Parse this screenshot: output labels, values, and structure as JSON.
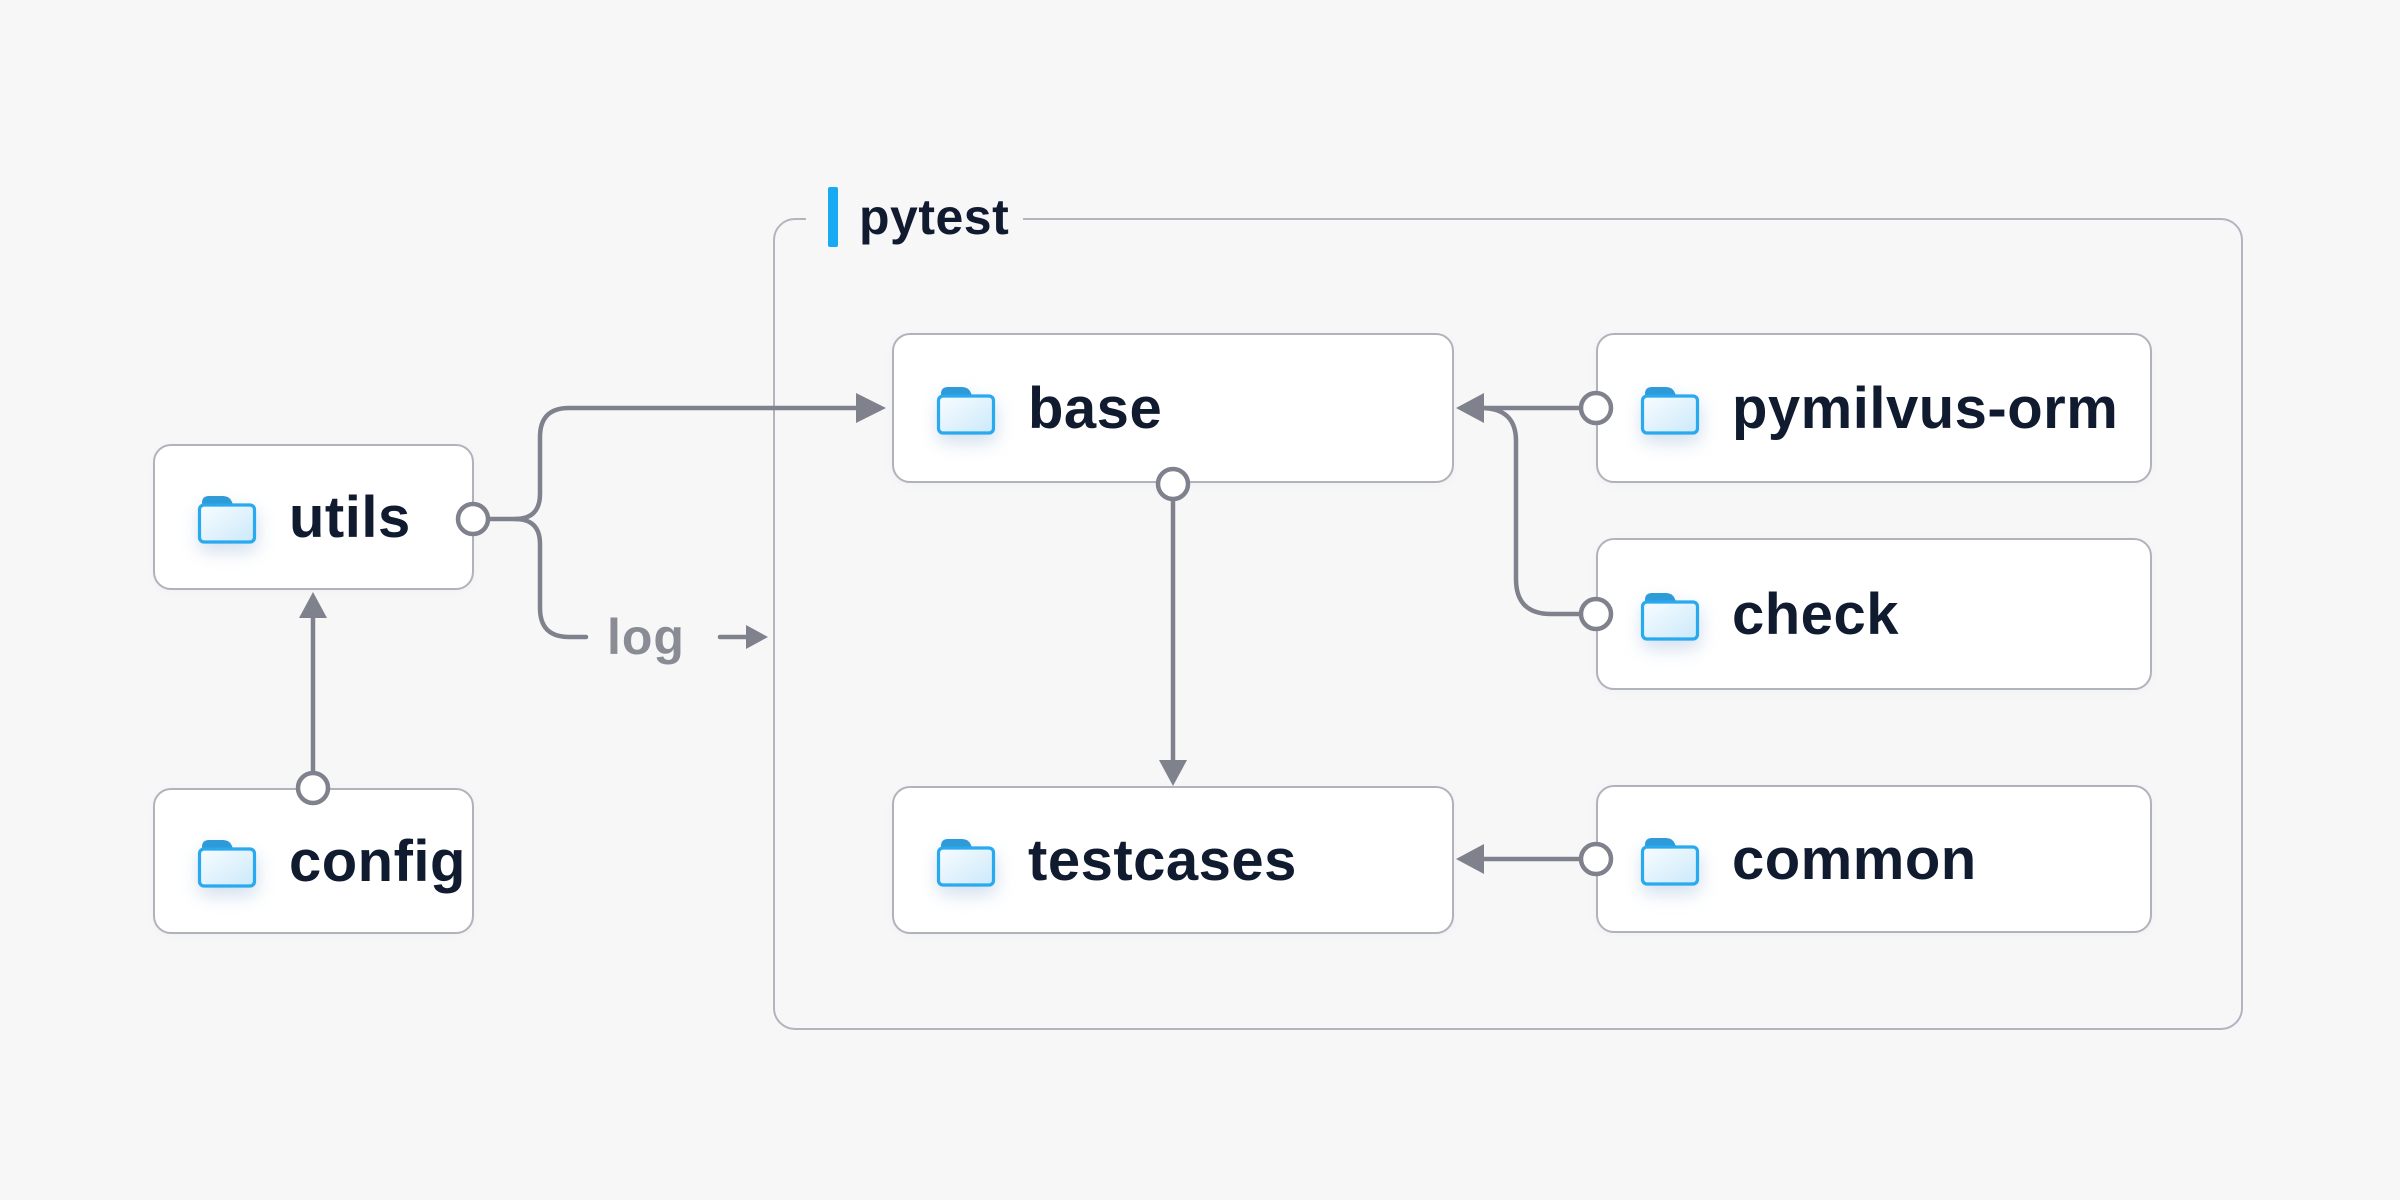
{
  "container": {
    "label": "pytest"
  },
  "nodes": {
    "utils": {
      "label": "utils",
      "icon": "folder-icon"
    },
    "config": {
      "label": "config",
      "icon": "folder-icon"
    },
    "base": {
      "label": "base",
      "icon": "folder-icon"
    },
    "testcases": {
      "label": "testcases",
      "icon": "folder-icon"
    },
    "pymilvus_orm": {
      "label": "pymilvus-orm",
      "icon": "folder-icon"
    },
    "check": {
      "label": "check",
      "icon": "folder-icon"
    },
    "common": {
      "label": "common",
      "icon": "folder-icon"
    }
  },
  "edges": {
    "log_label": "log",
    "list": [
      {
        "from": "utils",
        "to": "base"
      },
      {
        "from": "utils",
        "to": "log"
      },
      {
        "from": "config",
        "to": "utils"
      },
      {
        "from": "base",
        "to": "testcases"
      },
      {
        "from": "pymilvus-orm",
        "to": "base"
      },
      {
        "from": "check",
        "to": "base"
      },
      {
        "from": "common",
        "to": "testcases"
      }
    ]
  },
  "colors": {
    "background": "#f7f7f8",
    "line": "#7f828d",
    "box_border": "#b1b3bc",
    "container_border": "#b3b4c0",
    "text": "#101b30",
    "log_text": "#8a8c95",
    "folder_blue": "#29a9ee",
    "folder_tab": "#2e9ad8",
    "accent_bar": "#18aaf2"
  }
}
